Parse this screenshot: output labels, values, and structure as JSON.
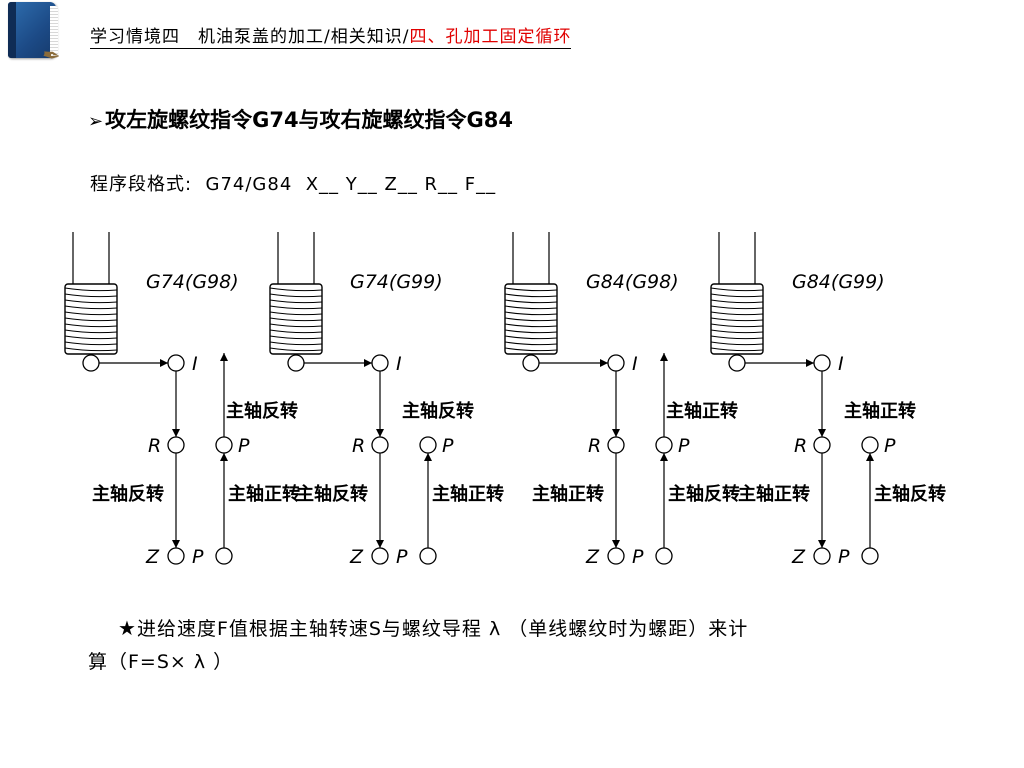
{
  "header": {
    "breadcrumb_main": "学习情境四　机油泵盖的加工/相关知识/",
    "breadcrumb_current": "四、孔加工固定循环"
  },
  "heading": {
    "bullet": "➢",
    "text": "攻左旋螺纹指令G74与攻右旋螺纹指令G84"
  },
  "format_line": "程序段格式:  G74/G84  X__ Y__ Z__ R__ F__",
  "diagrams": [
    {
      "code": "G74(G98)",
      "top_label": "",
      "top_right_label": "主轴反转",
      "left_label": "主轴反转",
      "right_label": "主轴正转"
    },
    {
      "code": "G74(G99)",
      "top_label": "主轴反转",
      "top_right_label": "",
      "left_label": "主轴反转",
      "right_label": "主轴正转"
    },
    {
      "code": "G84(G98)",
      "top_label": "",
      "top_right_label": "主轴正转",
      "left_label": "主轴正转",
      "right_label": "主轴反转"
    },
    {
      "code": "G84(G99)",
      "top_label": "主轴正转",
      "top_right_label": "",
      "left_label": "主轴正转",
      "right_label": "主轴反转"
    }
  ],
  "point_labels": {
    "initial": "I",
    "r_point": "R",
    "z_point": "Z",
    "p_point": "P"
  },
  "note": {
    "star": "★",
    "line1": "进给速度F值根据主轴转速S与螺纹导程 λ （单线螺纹时为螺距）来计",
    "line2": "算（F=S× λ ）"
  }
}
